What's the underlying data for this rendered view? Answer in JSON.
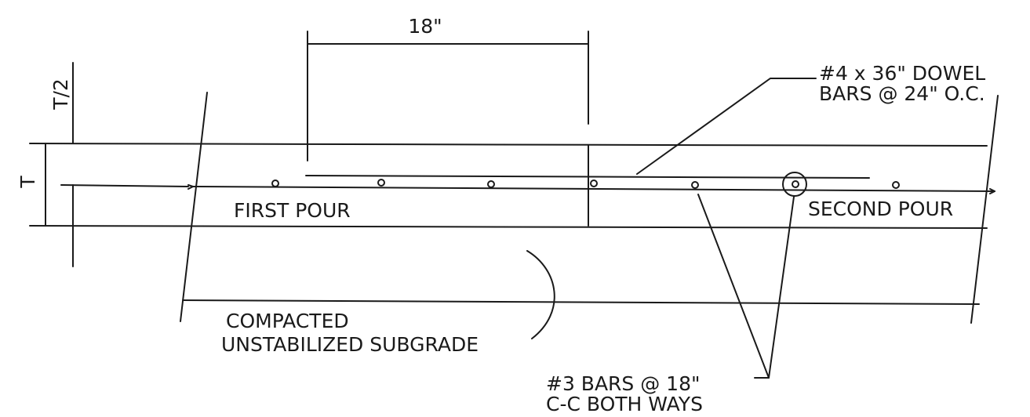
{
  "labels": {
    "dim_width": "18\"",
    "dim_half_thickness": "T/2",
    "dim_thickness": "T",
    "dowel_line1": "#4 x 36\" DOWEL",
    "dowel_line2": "BARS @ 24\" O.C.",
    "first_pour": "FIRST POUR",
    "second_pour": "SECOND POUR",
    "subgrade_line1": "COMPACTED",
    "subgrade_line2": "UNSTABILIZED SUBGRADE",
    "bars_line1": "#3 BARS @ 18\"",
    "bars_line2": "C-C BOTH WAYS"
  },
  "colors": {
    "ink": "#1a1a1a",
    "paper": "#ffffff"
  }
}
